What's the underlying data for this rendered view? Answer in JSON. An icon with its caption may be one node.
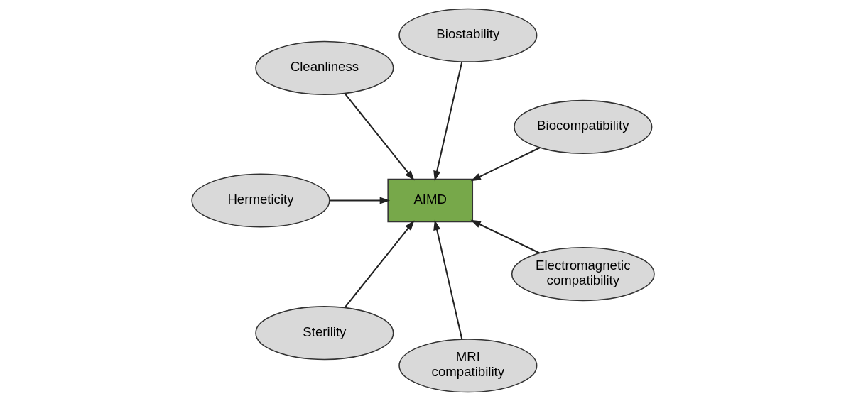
{
  "diagram": {
    "nodes": [
      {
        "text": [
          "Biocompatibility"
        ]
      },
      {
        "text": [
          "Biostability"
        ]
      },
      {
        "text": [
          "Cleanliness"
        ]
      },
      {
        "text": [
          "Hermeticity"
        ]
      },
      {
        "text": [
          "AIMD"
        ]
      },
      {
        "text": [
          "Sterility"
        ]
      },
      {
        "text": [
          "MRI compatibility"
        ]
      },
      {
        "text": [
          "Electromagnetic compatibility"
        ]
      }
    ],
    "edges": [
      {
        "from": 0,
        "to": 4,
        "arrow": "to"
      },
      {
        "from": 1,
        "to": 4,
        "arrow": "to"
      },
      {
        "from": 2,
        "to": 4,
        "arrow": "to"
      },
      {
        "from": 3,
        "to": 4,
        "arrow": "to"
      },
      {
        "from": 5,
        "to": 4,
        "arrow": "to"
      },
      {
        "from": 6,
        "to": 4,
        "arrow": "to"
      },
      {
        "from": 7,
        "to": 4,
        "arrow": "to"
      }
    ]
  }
}
